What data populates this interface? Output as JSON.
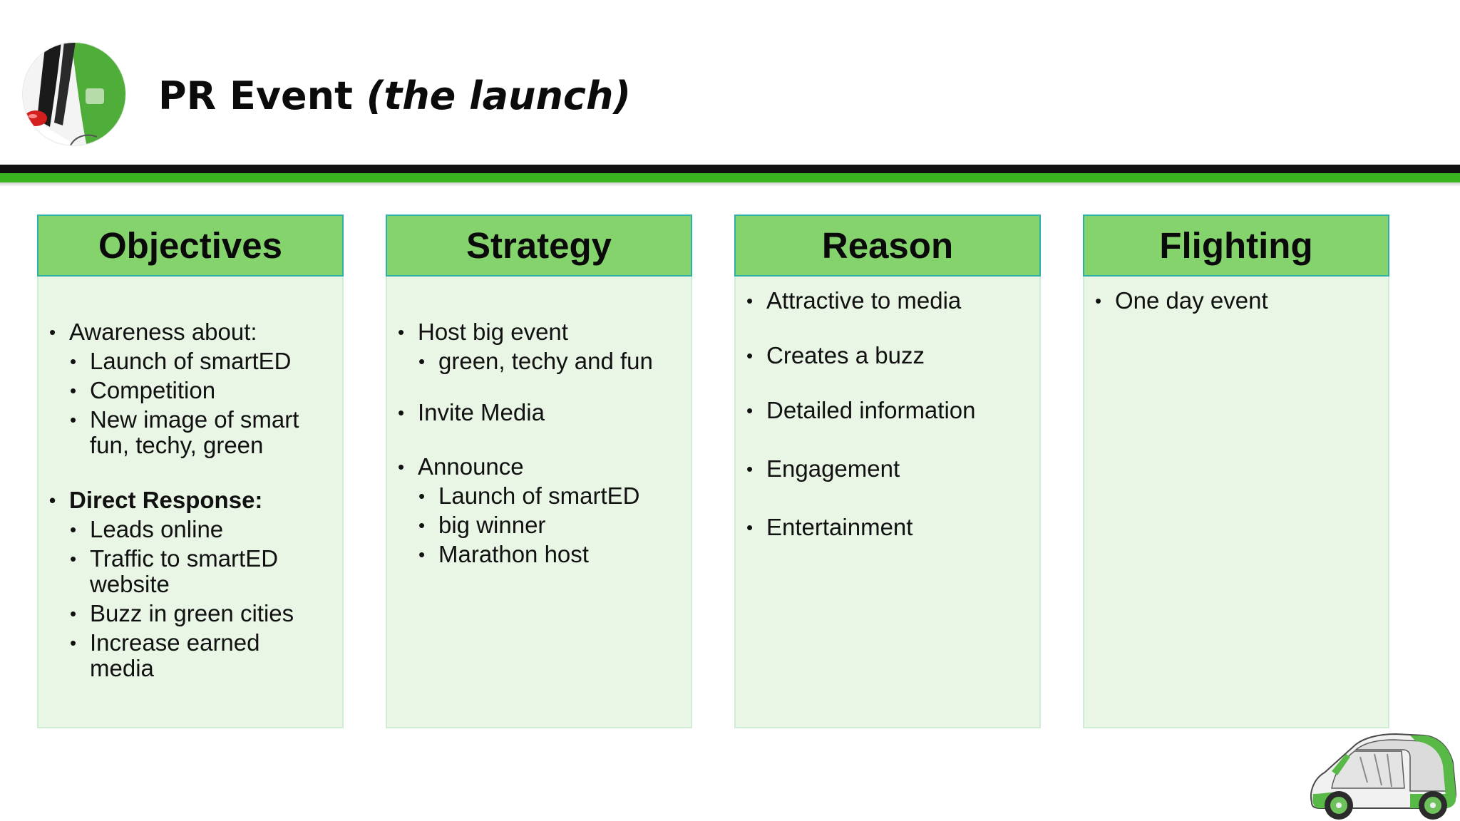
{
  "slide": {
    "title_main": "PR Event ",
    "title_italic": "(the launch)"
  },
  "columns": {
    "objectives": {
      "title": "Objectives",
      "g1_label": "Awareness about:",
      "g1_items": [
        "Launch of smartED",
        "Competition",
        "New image of smart",
        "fun, techy, green"
      ],
      "g2_label": "Direct Response:",
      "g2_items": [
        "Leads online",
        "Traffic to smartED",
        "website",
        "Buzz in green cities",
        "Increase earned",
        "media"
      ]
    },
    "strategy": {
      "title": "Strategy",
      "item1": "Host big event",
      "item1_sub": "green, techy and fun",
      "item2": "Invite Media",
      "item3": "Announce",
      "item3_subs": [
        "Launch of smartED",
        "big winner",
        "Marathon host"
      ]
    },
    "reason": {
      "title": "Reason",
      "items": [
        "Attractive to media",
        "Creates a buzz",
        "Detailed information",
        "Engagement",
        "Entertainment"
      ]
    },
    "flighting": {
      "title": "Flighting",
      "items": [
        "One day event"
      ]
    }
  },
  "colors": {
    "header_green": "#85d36d",
    "header_border": "#2fb0a6",
    "body_fill": "#e9f6e5",
    "rule_black": "#111111",
    "rule_green": "#3ab51f"
  },
  "icons": [
    "smart-car-logo-icon",
    "smart-car-illustration-icon"
  ]
}
